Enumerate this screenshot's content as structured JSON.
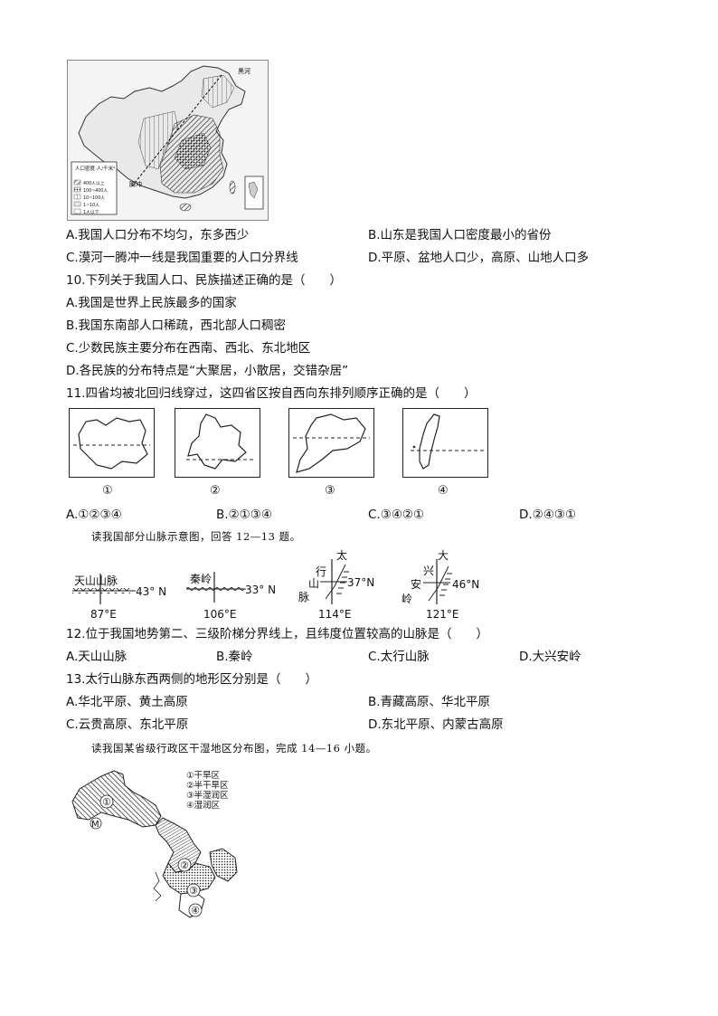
{
  "population_map": {
    "legend_title": "人口密度\n人/千米²",
    "legend_items": [
      "400人以上",
      "100~400人",
      "10~100人",
      "1~10人",
      "1人以下"
    ],
    "label_heihe": "黑河",
    "label_tengchong": "腾冲"
  },
  "q9": {
    "options": {
      "A": "A.我国人口分布不均匀，东多西少",
      "B": "B.山东是我国人口密度最小的省份",
      "C": "C.漠河一腾冲一线是我国重要的人口分界线",
      "D": "D.平原、盆地人口少，高原、山地人口多"
    }
  },
  "q10": {
    "stem": "10.下列关于我国人口、民族描述正确的是（　　）",
    "options": {
      "A": "A.我国是世界上民族最多的国家",
      "B": "B.我国东南部人口稀疏，西北部人口稠密",
      "C": "C.少数民族主要分布在西南、西北、东北地区",
      "D": "D.各民族的分布特点是“大聚居，小散居，交错杂居”"
    }
  },
  "q11": {
    "stem": "11.四省均被北回归线穿过，这四省区按自西向东排列顺序正确的是（　　）",
    "labels": [
      "①",
      "②",
      "③",
      "④"
    ],
    "options": {
      "A": "A.①②③④",
      "B": "B.②①③④",
      "C": "C.③④②①",
      "D": "D.②④③①"
    }
  },
  "intro_12_13": "读我国部分山脉示意图，回答 12—13 题。",
  "mountains": {
    "tianshan": {
      "name": "天山山脉",
      "lat": "43° N",
      "lon": "87°E"
    },
    "qinling": {
      "name": "秦岭",
      "lat": "33° N",
      "lon": "106°E"
    },
    "taihang": {
      "name_chars": [
        "太",
        "行",
        "山",
        "脉"
      ],
      "lat": "37°N",
      "lon": "114°E"
    },
    "xingan": {
      "name_chars": [
        "大",
        "兴",
        "安",
        "岭"
      ],
      "lat": "46°N",
      "lon": "121°E"
    }
  },
  "q12": {
    "stem": "12.位于我国地势第二、三级阶梯分界线上，且纬度位置较高的山脉是（　　）",
    "options": {
      "A": "A.天山山脉",
      "B": "B.秦岭",
      "C": "C.太行山脉",
      "D": "D.大兴安岭"
    }
  },
  "q13": {
    "stem": "13.太行山脉东西两侧的地形区分别是（　　）",
    "options": {
      "A": "A.华北平原、黄土高原",
      "B": "B.青藏高原、华北平原",
      "C": "C.云贵高原、东北平原",
      "D": "D.东北平原、内蒙古高原"
    }
  },
  "intro_14_16": "读我国某省级行政区干湿地区分布图，完成 14—16 小题。",
  "dryness_map": {
    "legend": [
      "①干旱区",
      "②半干旱区",
      "③半湿润区",
      "④湿润区"
    ],
    "region_labels": [
      "①",
      "②",
      "③",
      "④"
    ],
    "point_label": "M"
  }
}
